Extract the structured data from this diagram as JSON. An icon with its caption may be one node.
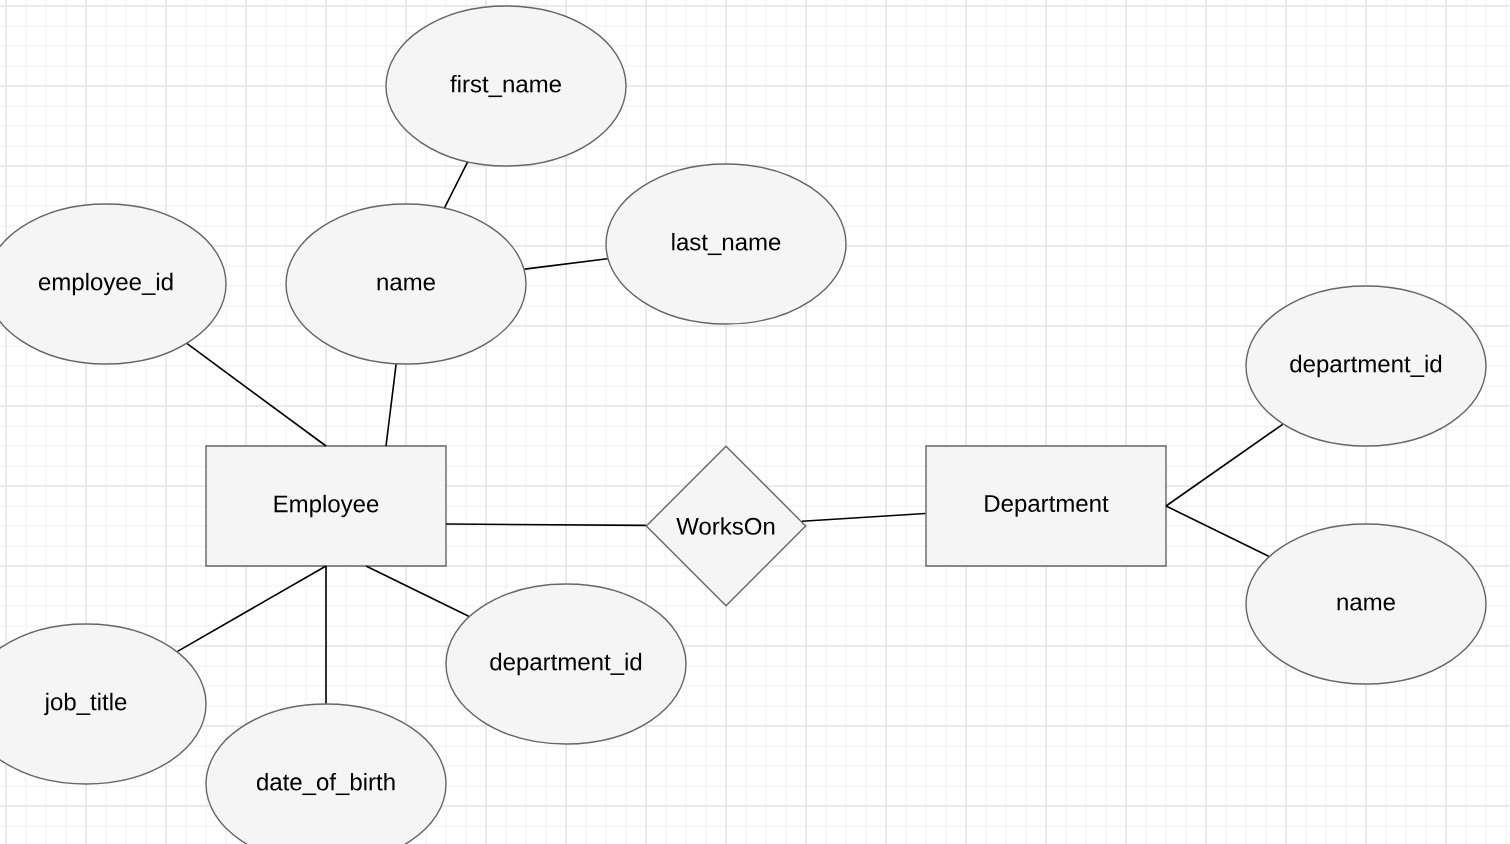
{
  "diagram": {
    "nodes": [
      {
        "text": [
          "first_name"
        ]
      },
      {
        "text": [
          "employee_id"
        ]
      },
      {
        "text": [
          "name"
        ]
      },
      {
        "text": [
          "last_name"
        ]
      },
      {
        "text": [
          "department_id"
        ]
      },
      {
        "text": [
          "Employee"
        ]
      },
      {
        "text": [
          "Department"
        ]
      },
      {
        "text": [
          "WorksOn"
        ]
      },
      {
        "text": [
          "name"
        ]
      },
      {
        "text": [
          "department_id"
        ]
      },
      {
        "text": [
          "job_title"
        ]
      },
      {
        "text": [
          "date_of_birth"
        ]
      }
    ],
    "edges": [
      {
        "from": 5,
        "to": 1,
        "arrow": "none"
      },
      {
        "from": 5,
        "to": 2,
        "arrow": "none"
      },
      {
        "from": 2,
        "to": 0,
        "arrow": "none"
      },
      {
        "from": 2,
        "to": 3,
        "arrow": "none"
      },
      {
        "from": 5,
        "to": 10,
        "arrow": "none"
      },
      {
        "from": 5,
        "to": 11,
        "arrow": "none"
      },
      {
        "from": 5,
        "to": 9,
        "arrow": "none"
      },
      {
        "from": 5,
        "to": 7,
        "arrow": "none"
      },
      {
        "from": 7,
        "to": 6,
        "arrow": "none"
      },
      {
        "from": 6,
        "to": 4,
        "arrow": "none"
      },
      {
        "from": 6,
        "to": 8,
        "arrow": "none"
      }
    ]
  }
}
